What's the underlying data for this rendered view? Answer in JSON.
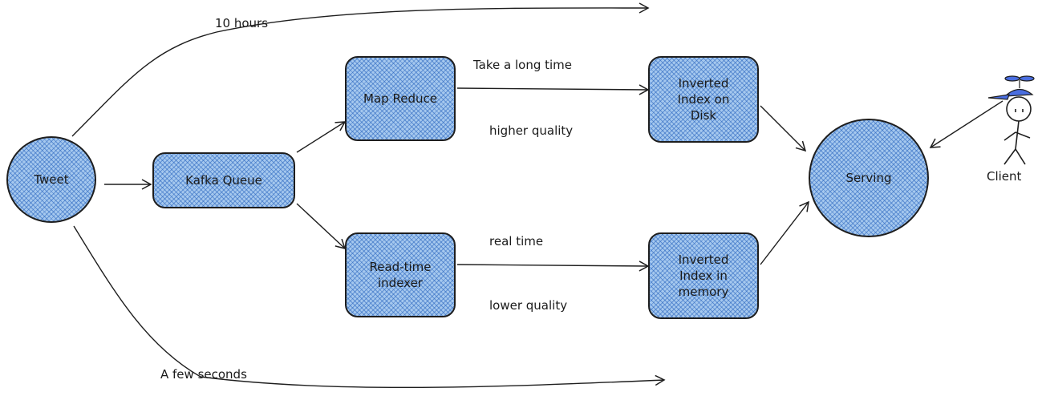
{
  "nodes": {
    "tweet": "Tweet",
    "kafka": "Kafka Queue",
    "map_reduce": "Map Reduce",
    "realtime": "Read-time\nindexer",
    "index_disk": "Inverted\nIndex on\nDisk",
    "index_memory": "Inverted\nIndex in\nmemory",
    "serving": "Serving",
    "client": "Client"
  },
  "edge_labels": {
    "ten_hours": "10 hours",
    "few_seconds": "A few seconds",
    "long_time": "Take a long time",
    "higher_quality": "higher quality",
    "real_time": "real time",
    "lower_quality": "lower quality"
  },
  "colors": {
    "node_fill": "#a5c8ee",
    "hatch": "#2864be",
    "client_cap": "#4a6ee0"
  }
}
